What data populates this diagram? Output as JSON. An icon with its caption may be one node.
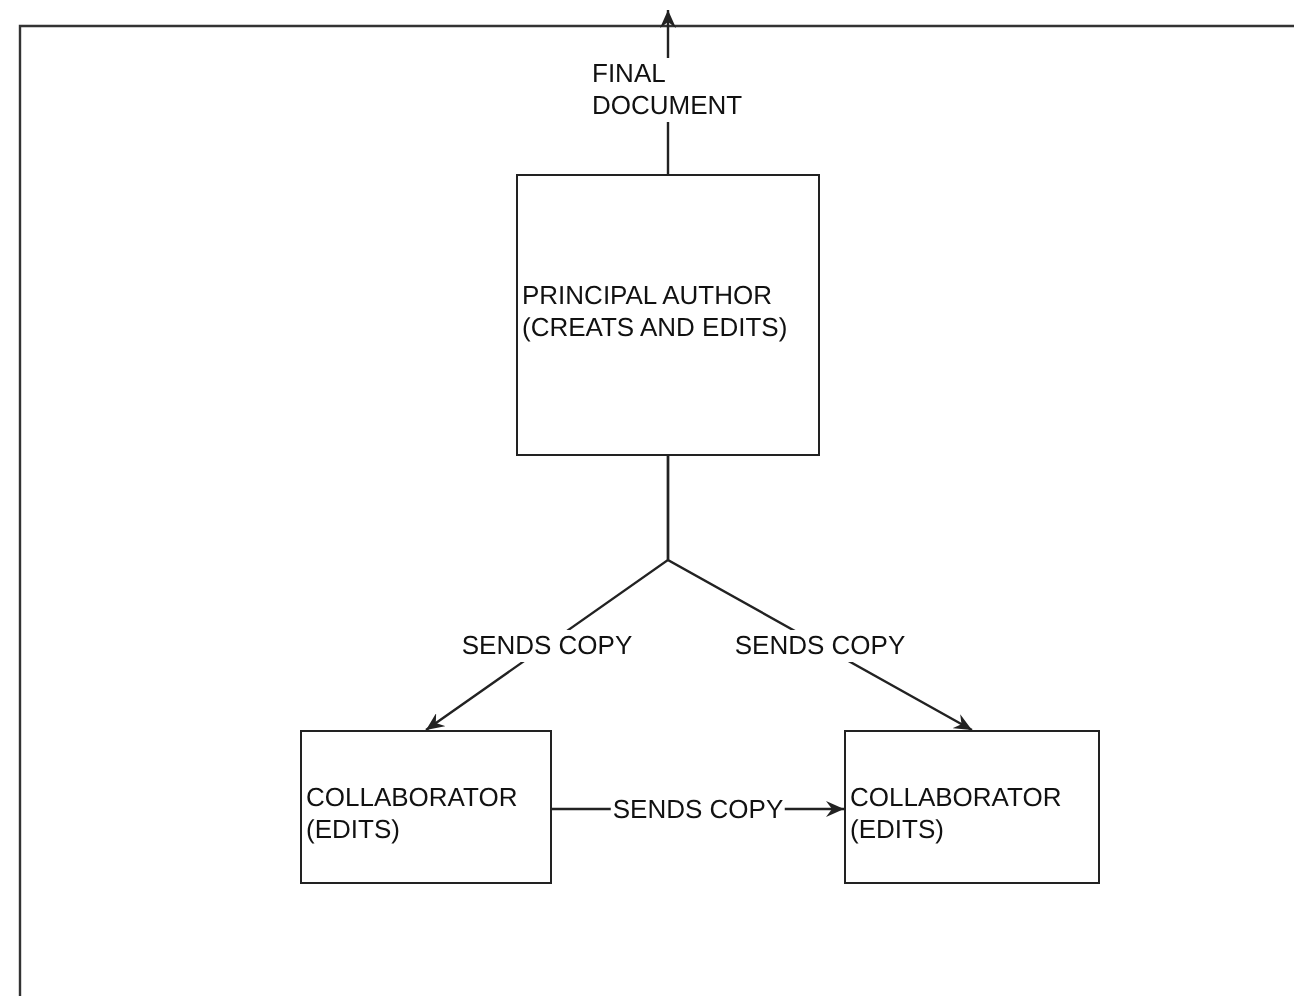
{
  "diagram": {
    "nodes": [
      {
        "text": [
          "PRINCIPAL AUTHOR (CREATS AND EDITS)"
        ]
      },
      {
        "text": [
          "COLLABORATOR (EDITS)"
        ]
      },
      {
        "text": [
          "COLLABORATOR (EDITS)"
        ]
      }
    ],
    "edges": [
      {
        "from": 0,
        "to": null,
        "arrow": "to",
        "label": "FINAL DOCUMENT"
      },
      {
        "from": 0,
        "to": 1,
        "arrow": "to",
        "label": "SENDS COPY"
      },
      {
        "from": 0,
        "to": 2,
        "arrow": "to",
        "label": "SENDS COPY"
      },
      {
        "from": 1,
        "to": 2,
        "arrow": "to",
        "label": "SENDS COPY"
      }
    ]
  }
}
